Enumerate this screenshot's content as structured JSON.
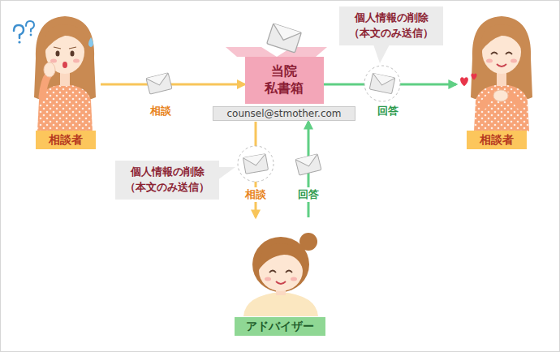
{
  "diagram": {
    "nodes": [
      {
        "text": [
          "当院 私書箱",
          "counsel@stmother.com"
        ]
      },
      {
        "text": [
          "個人情報の削除 （本文のみ送信）"
        ]
      },
      {
        "text": [
          "相談者"
        ]
      },
      {
        "text": [
          "相談者"
        ]
      },
      {
        "text": [
          "個人情報の削除 （本文のみ送信）"
        ]
      },
      {
        "text": [
          "アドバイザー"
        ]
      }
    ],
    "edges": [
      {
        "from": 2,
        "to": 0,
        "arrow": "to",
        "label": "相談"
      },
      {
        "from": 0,
        "to": 3,
        "arrow": "to",
        "label": "回答"
      },
      {
        "from": 0,
        "to": 5,
        "arrow": "to",
        "label": "相談"
      },
      {
        "from": 5,
        "to": 0,
        "arrow": "to",
        "label": "回答"
      }
    ]
  }
}
